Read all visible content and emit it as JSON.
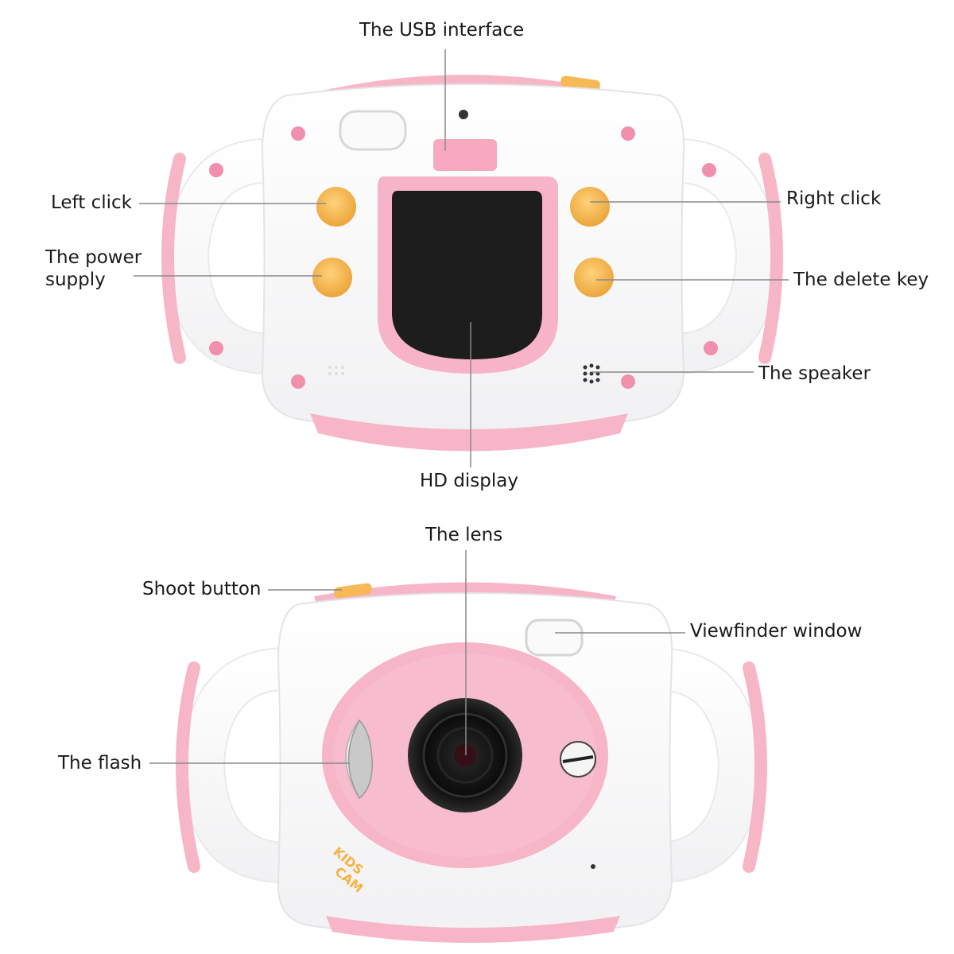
{
  "labels": {
    "usb": "The USB interface",
    "left_click": "Left click",
    "power_line1": "The power",
    "power_line2": "supply",
    "right_click": "Right click",
    "delete_key": "The delete key",
    "speaker": "The speaker",
    "hd_display": "HD display",
    "lens": "The lens",
    "shoot_button": "Shoot button",
    "viewfinder": "Viewfinder window",
    "flash": "The flash"
  },
  "branding": {
    "logo_line1": "KIDS",
    "logo_line2": "CAM"
  },
  "colors": {
    "pink": "#f6b6c8",
    "pink_dark": "#ee93ae",
    "body_white": "#ffffff",
    "button_orange": "#f7b955",
    "screen_black": "#1d1d1d",
    "leader_line": "#888888",
    "logo_orange": "#f6b342"
  }
}
